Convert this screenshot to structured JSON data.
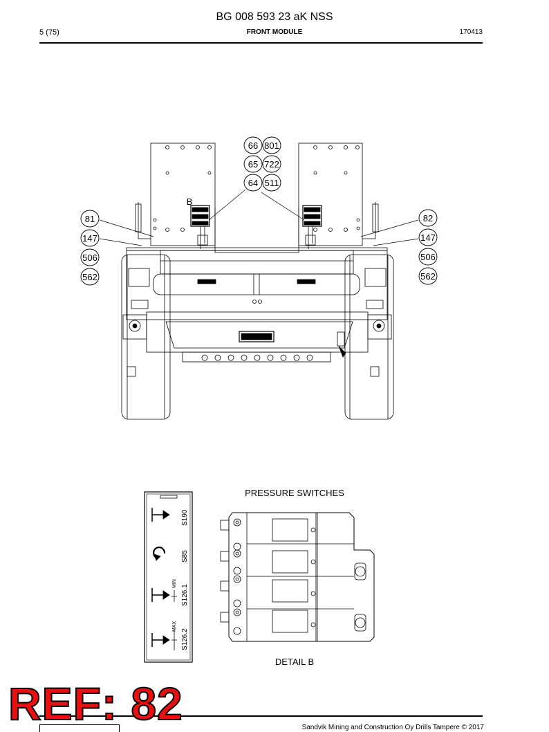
{
  "header": {
    "doc_title": "BG 008 593 23 aK NSS",
    "page": "5 (75)",
    "section": "FRONT MODULE",
    "date": "170413"
  },
  "callouts": {
    "c66": "66",
    "c801": "801",
    "c65": "65",
    "c722": "722",
    "c64": "64",
    "c511": "511",
    "c81": "81",
    "c147l": "147",
    "c506l": "506",
    "c562l": "562",
    "c82": "82",
    "c147r": "147",
    "c506r": "506",
    "c562r": "562"
  },
  "detail_marker": "B",
  "pressure_title": "PRESSURE  SWITCHES",
  "detail_title": "DETAIL  B",
  "label_plate": {
    "s1": "S190",
    "s2": "S85",
    "s3": "S126.1",
    "s4": "S126.2",
    "min": "MIN",
    "max": "MAX"
  },
  "footer": {
    "copyright": "Sandvik Mining and Construction Oy Drills Tampere © 2017"
  },
  "ref_label": "REF: 82"
}
